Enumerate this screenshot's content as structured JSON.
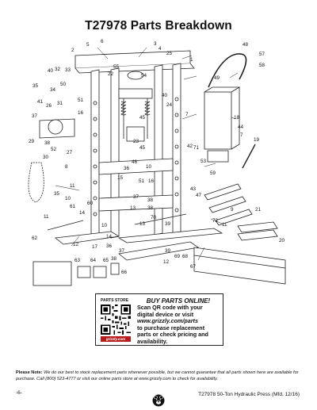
{
  "page": {
    "title": "T27978 Parts Breakdown",
    "page_number": "-6-",
    "footer_model": "T27978 50-Ton Hydraulic Press (Mfd. 12/16)"
  },
  "callouts": [
    "1",
    "2",
    "3",
    "4",
    "5",
    "6",
    "7",
    "8",
    "9",
    "10",
    "11",
    "12",
    "13",
    "14",
    "15",
    "16",
    "17",
    "18",
    "19",
    "20",
    "21",
    "22",
    "23",
    "24",
    "25",
    "26",
    "27",
    "28",
    "29",
    "30",
    "31",
    "32",
    "33",
    "34",
    "35",
    "36",
    "37",
    "38",
    "39",
    "40",
    "41",
    "42",
    "43",
    "44",
    "45",
    "46",
    "47",
    "48",
    "49",
    "50",
    "51",
    "52",
    "53",
    "54",
    "55",
    "56",
    "57",
    "58",
    "59",
    "60",
    "61",
    "62",
    "63",
    "64",
    "65",
    "66",
    "67",
    "68",
    "69",
    "70",
    "71",
    "72"
  ],
  "store_box": {
    "label": "PARTS STORE",
    "brand": "grizzly.com",
    "heading": "BUY PARTS ONLINE!",
    "body_lines": [
      "Scan QR code with your",
      "digital device or visit",
      "www.grizzly.com/parts",
      "to purchase replacement",
      "parts or check pricing and",
      "availability."
    ]
  },
  "note": {
    "label": "Please Note:",
    "text": "We do our best to stock replacement parts whenever possible, but we cannot guarantee that all parts shown here are available for purchase. Call (800) 523-4777 or visit our online parts store at www.grizzly.com to check for availability."
  },
  "colors": {
    "line": "#222222",
    "brand": "#b71c1c"
  }
}
